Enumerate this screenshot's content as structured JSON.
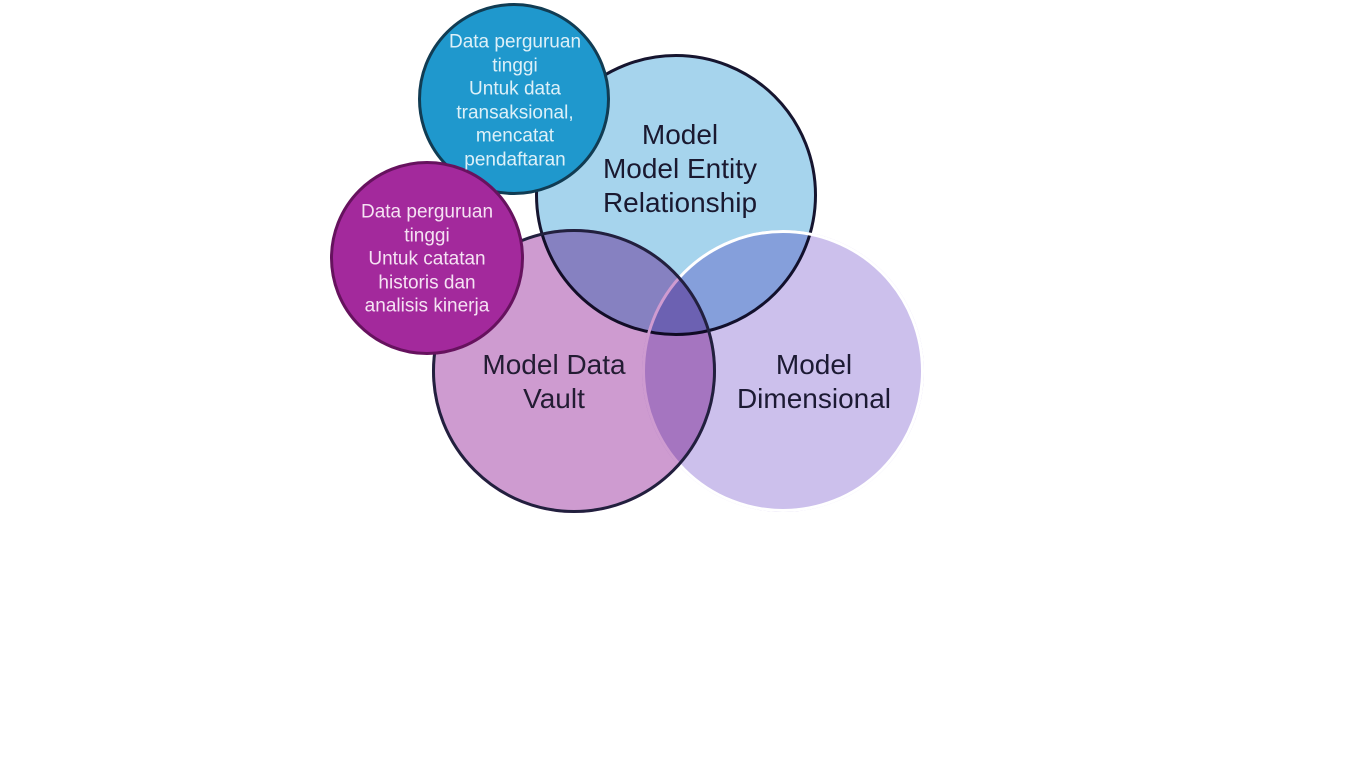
{
  "diagram": {
    "background": "#ffffff",
    "circles": {
      "er_model": {
        "label": "Model\nModel Entity\nRelationship",
        "fill": "#A6D4ED",
        "border": "#16152F",
        "text_color": "#1A1930"
      },
      "transactional": {
        "label": "Data perguruan\ntinggi\nUntuk data\ntransaksional,\nmencatat\npendaftaran",
        "fill": "#1F98CD",
        "border": "#113C53",
        "text_color": "#DDF0F8"
      },
      "historical": {
        "label": "Data perguruan\ntinggi\nUntuk catatan\nhistoris dan\nanalisis kinerja",
        "fill": "#A3299C",
        "border": "#66125E",
        "text_color": "#F5E2F3"
      },
      "data_vault": {
        "label": "Model Data\nVault",
        "fill": "#CE9BD0",
        "border": "#22203E",
        "text_color": "#231C33"
      },
      "dimensional": {
        "label": "Model\nDimensional",
        "fill": "#CCC0EC",
        "border": "#FFFFFF",
        "text_color": "#1C1A33"
      }
    }
  }
}
